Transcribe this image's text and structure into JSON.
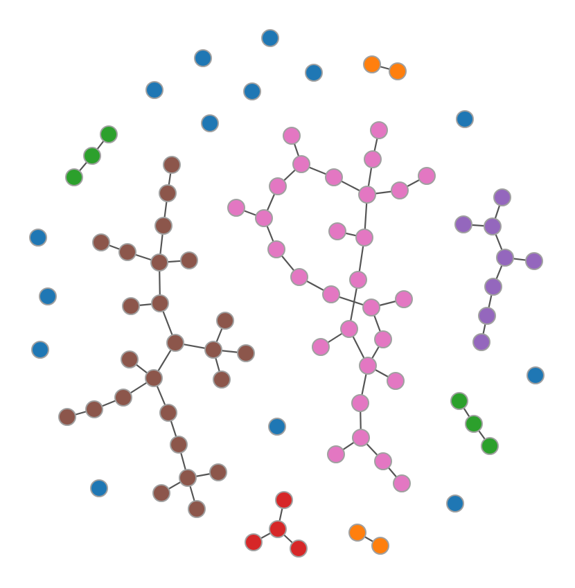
{
  "colors": {
    "blue": "#1f77b4",
    "orange": "#ff7f0e",
    "green": "#2ca02c",
    "red": "#d62728",
    "purple": "#9467bd",
    "brown": "#8c564b",
    "pink": "#e377c2"
  },
  "graph": {
    "nodes": [
      {
        "id": "b1",
        "group": "blue"
      },
      {
        "id": "b2",
        "group": "blue"
      },
      {
        "id": "b3",
        "group": "blue"
      },
      {
        "id": "b4",
        "group": "blue"
      },
      {
        "id": "b5",
        "group": "blue"
      },
      {
        "id": "b6",
        "group": "blue"
      },
      {
        "id": "b7",
        "group": "blue"
      },
      {
        "id": "b8",
        "group": "blue"
      },
      {
        "id": "b9",
        "group": "blue"
      },
      {
        "id": "b10",
        "group": "blue"
      },
      {
        "id": "b11",
        "group": "blue"
      },
      {
        "id": "b12",
        "group": "blue"
      },
      {
        "id": "b13",
        "group": "blue"
      },
      {
        "id": "b14",
        "group": "blue"
      },
      {
        "id": "b15",
        "group": "blue"
      },
      {
        "id": "o1",
        "group": "orange"
      },
      {
        "id": "o2",
        "group": "orange"
      },
      {
        "id": "o3",
        "group": "orange"
      },
      {
        "id": "o4",
        "group": "orange"
      },
      {
        "id": "g1",
        "group": "green"
      },
      {
        "id": "g2",
        "group": "green"
      },
      {
        "id": "g3",
        "group": "green"
      },
      {
        "id": "g4",
        "group": "green"
      },
      {
        "id": "g5",
        "group": "green"
      },
      {
        "id": "g6",
        "group": "green"
      },
      {
        "id": "r1",
        "group": "red"
      },
      {
        "id": "r2",
        "group": "red"
      },
      {
        "id": "r3",
        "group": "red"
      },
      {
        "id": "r4",
        "group": "red"
      },
      {
        "id": "pu1",
        "group": "purple"
      },
      {
        "id": "pu2",
        "group": "purple"
      },
      {
        "id": "pu3",
        "group": "purple"
      },
      {
        "id": "pu4",
        "group": "purple"
      },
      {
        "id": "pu5",
        "group": "purple"
      },
      {
        "id": "pu6",
        "group": "purple"
      },
      {
        "id": "pu7",
        "group": "purple"
      },
      {
        "id": "pu8",
        "group": "purple"
      },
      {
        "id": "br1",
        "group": "brown"
      },
      {
        "id": "br2",
        "group": "brown"
      },
      {
        "id": "br3",
        "group": "brown"
      },
      {
        "id": "br4",
        "group": "brown"
      },
      {
        "id": "br5",
        "group": "brown"
      },
      {
        "id": "br6",
        "group": "brown"
      },
      {
        "id": "br7",
        "group": "brown"
      },
      {
        "id": "br8",
        "group": "brown"
      },
      {
        "id": "br9",
        "group": "brown"
      },
      {
        "id": "br10",
        "group": "brown"
      },
      {
        "id": "br11",
        "group": "brown"
      },
      {
        "id": "br12",
        "group": "brown"
      },
      {
        "id": "br13",
        "group": "brown"
      },
      {
        "id": "br14",
        "group": "brown"
      },
      {
        "id": "br15",
        "group": "brown"
      },
      {
        "id": "br16",
        "group": "brown"
      },
      {
        "id": "br17",
        "group": "brown"
      },
      {
        "id": "br18",
        "group": "brown"
      },
      {
        "id": "br19",
        "group": "brown"
      },
      {
        "id": "br20",
        "group": "brown"
      },
      {
        "id": "br21",
        "group": "brown"
      },
      {
        "id": "br22",
        "group": "brown"
      },
      {
        "id": "br23",
        "group": "brown"
      },
      {
        "id": "br24",
        "group": "brown"
      },
      {
        "id": "p1",
        "group": "pink"
      },
      {
        "id": "p2",
        "group": "pink"
      },
      {
        "id": "p3",
        "group": "pink"
      },
      {
        "id": "p4",
        "group": "pink"
      },
      {
        "id": "p5",
        "group": "pink"
      },
      {
        "id": "p6",
        "group": "pink"
      },
      {
        "id": "p7",
        "group": "pink"
      },
      {
        "id": "p8",
        "group": "pink"
      },
      {
        "id": "p9",
        "group": "pink"
      },
      {
        "id": "p10",
        "group": "pink"
      },
      {
        "id": "p11",
        "group": "pink"
      },
      {
        "id": "p12",
        "group": "pink"
      },
      {
        "id": "p13",
        "group": "pink"
      },
      {
        "id": "p14",
        "group": "pink"
      },
      {
        "id": "p15",
        "group": "pink"
      },
      {
        "id": "p16",
        "group": "pink"
      },
      {
        "id": "p17",
        "group": "pink"
      },
      {
        "id": "p18",
        "group": "pink"
      },
      {
        "id": "p19",
        "group": "pink"
      },
      {
        "id": "p20",
        "group": "pink"
      },
      {
        "id": "p21",
        "group": "pink"
      },
      {
        "id": "p22",
        "group": "pink"
      },
      {
        "id": "p23",
        "group": "pink"
      },
      {
        "id": "p24",
        "group": "pink"
      },
      {
        "id": "p25",
        "group": "pink"
      },
      {
        "id": "p26",
        "group": "pink"
      },
      {
        "id": "p27",
        "group": "pink"
      },
      {
        "id": "p28",
        "group": "pink"
      }
    ],
    "edges": [
      [
        "o1",
        "o2"
      ],
      [
        "o3",
        "o4"
      ],
      [
        "g1",
        "g2"
      ],
      [
        "g2",
        "g3"
      ],
      [
        "g4",
        "g5"
      ],
      [
        "g5",
        "g6"
      ],
      [
        "r1",
        "r2"
      ],
      [
        "r2",
        "r3"
      ],
      [
        "r2",
        "r4"
      ],
      [
        "pu1",
        "pu3"
      ],
      [
        "pu2",
        "pu3"
      ],
      [
        "pu3",
        "pu4"
      ],
      [
        "pu4",
        "pu5"
      ],
      [
        "pu4",
        "pu6"
      ],
      [
        "pu6",
        "pu7"
      ],
      [
        "pu7",
        "pu8"
      ],
      [
        "br1",
        "br2"
      ],
      [
        "br2",
        "br3"
      ],
      [
        "br3",
        "br6"
      ],
      [
        "br4",
        "br5"
      ],
      [
        "br5",
        "br6"
      ],
      [
        "br6",
        "br7"
      ],
      [
        "br6",
        "br9"
      ],
      [
        "br8",
        "br9"
      ],
      [
        "br9",
        "br10"
      ],
      [
        "br10",
        "br12"
      ],
      [
        "br11",
        "br12"
      ],
      [
        "br12",
        "br13"
      ],
      [
        "br12",
        "br14"
      ],
      [
        "br10",
        "br16"
      ],
      [
        "br15",
        "br16"
      ],
      [
        "br16",
        "br17"
      ],
      [
        "br17",
        "br18"
      ],
      [
        "br18",
        "br19"
      ],
      [
        "br16",
        "br20"
      ],
      [
        "br20",
        "br21"
      ],
      [
        "br21",
        "br22"
      ],
      [
        "br22",
        "br23"
      ],
      [
        "br22",
        "br24"
      ],
      [
        "p1",
        "p4"
      ],
      [
        "p4",
        "p5"
      ],
      [
        "p4",
        "p6"
      ],
      [
        "p6",
        "p7"
      ],
      [
        "p7",
        "p8"
      ],
      [
        "p8",
        "p9"
      ],
      [
        "p9",
        "p10"
      ],
      [
        "p10",
        "p11"
      ],
      [
        "p11",
        "p12"
      ],
      [
        "p12",
        "p13"
      ],
      [
        "p5",
        "p7"
      ],
      [
        "p3",
        "p15"
      ],
      [
        "p5",
        "p15"
      ],
      [
        "p15",
        "p16"
      ],
      [
        "p15",
        "p17"
      ],
      [
        "p17",
        "p18"
      ],
      [
        "p14",
        "p16"
      ],
      [
        "p16",
        "p19"
      ],
      [
        "p19",
        "p20"
      ],
      [
        "p19",
        "p21"
      ],
      [
        "p21",
        "p22"
      ],
      [
        "p21",
        "p23"
      ],
      [
        "p23",
        "p24"
      ],
      [
        "p24",
        "p25"
      ],
      [
        "p25",
        "p26"
      ],
      [
        "p25",
        "p27"
      ],
      [
        "p27",
        "p28"
      ],
      [
        "p13",
        "p22"
      ]
    ]
  }
}
